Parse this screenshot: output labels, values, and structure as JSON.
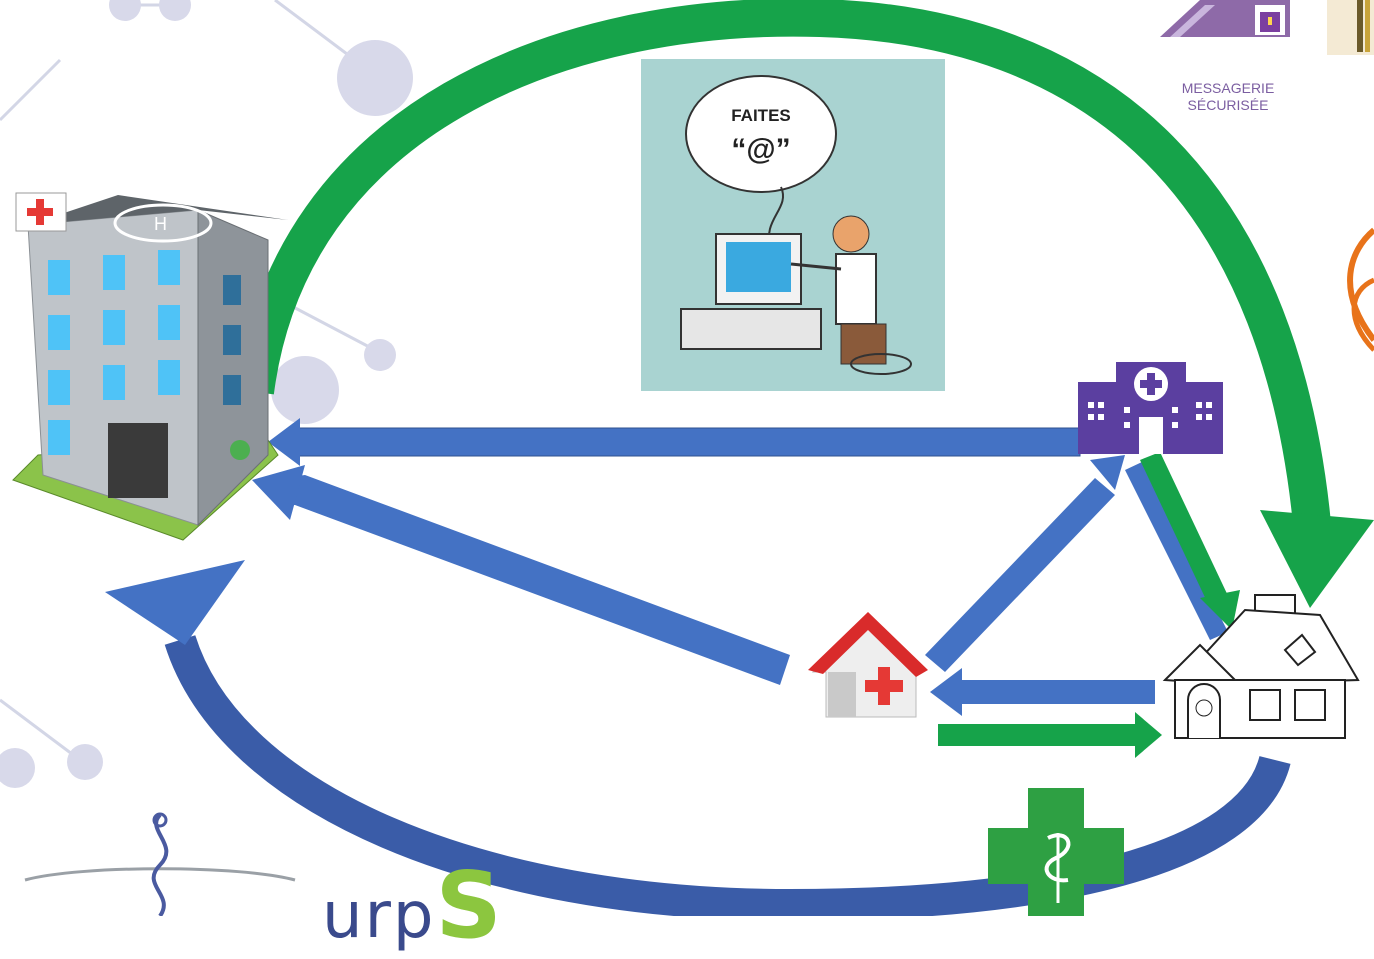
{
  "messagerie": {
    "line1": "MESSAGERIE",
    "line2": "SÉCURISÉE"
  },
  "cartoon": {
    "bubble_line1": "FAITES",
    "bubble_line2": "“@”"
  },
  "logo": {
    "text_main": "urp",
    "text_accent": "S"
  },
  "colors": {
    "green_arrow": "#16a34a",
    "blue_arrow": "#4472c4",
    "clinic_purple": "#5b3fa0",
    "pharmacy_green": "#2ea043",
    "house_red": "#d92b2b",
    "cartoon_bg": "#a9d3d1"
  }
}
